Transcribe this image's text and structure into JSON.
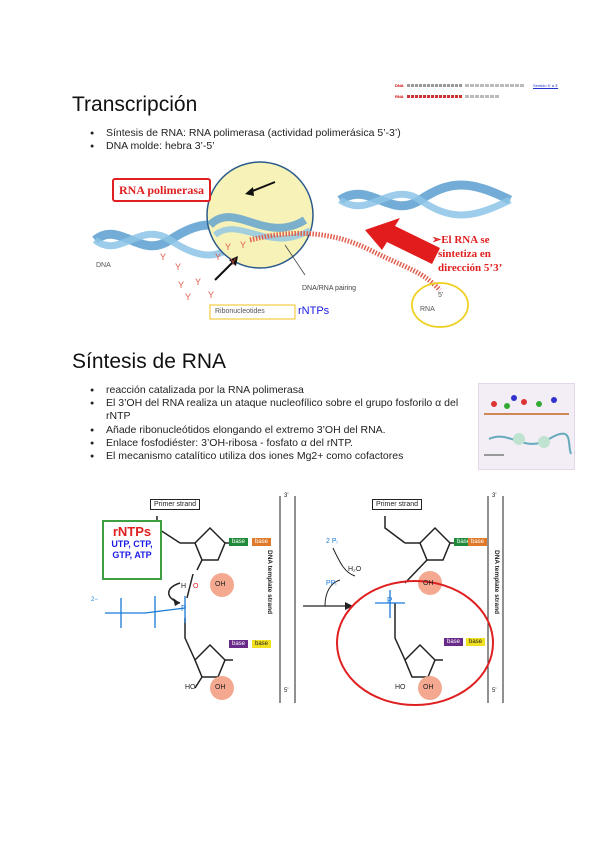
{
  "section1": {
    "title": "Transcripción",
    "bullets": [
      "Síntesis de RNA: RNA polimerasa (actividad polimerásica 5’-3’)",
      "DNA molde: hebra 3’-5’"
    ]
  },
  "legend_box": {
    "row1_tag": "DNA",
    "row2_tag": "RNA",
    "link_text": "Sentido 5' a 3'"
  },
  "figure1": {
    "polymerase_label": "RNA polimerasa",
    "dna_label": "DNA",
    "pairing_label": "DNA/RNA pairing",
    "ribonucleotides_label": "Ribonucleotides",
    "rntps_label": "rNTPs",
    "rna_label": "RNA",
    "five_prime": "5'",
    "note_line1": "➢El RNA se",
    "note_line2": "sintetiza en",
    "note_line3": "dirección 5’3’"
  },
  "section2": {
    "title": "Síntesis de RNA",
    "bullets": [
      "reacción catalizada por la RNA polimerasa",
      "El 3’OH del RNA realiza un ataque nucleofílico sobre el grupo fosforilo α del rNTP",
      "Añade ribonucleótidos elongando el extremo 3’OH del RNA.",
      "Enlace fosfodiéster: 3’OH-ribosa - fosfato α del rNTP.",
      "El mecanismo catalítico utiliza dos iones Mg2+ como cofactores"
    ]
  },
  "figure2": {
    "primer_left": "Primer strand",
    "primer_right": "Primer strand",
    "rntps_title": "rNTPs",
    "rntps_line1": "UTP, CTP,",
    "rntps_line2": "GTP, ATP",
    "base": "base",
    "oh": "OH",
    "ho": "HO",
    "template_left": "DNA template strand",
    "template_right": "DNA template strand",
    "three_prime": "3'",
    "five_prime": "5'",
    "pi2": "2 Pᵢ",
    "h2o": "H₂O",
    "ppi": "PPᵢ",
    "h_label": "H",
    "o_label": "O",
    "p_label": "P",
    "charge": "2−"
  },
  "colors": {
    "red": "#e02020",
    "blue": "#1a1ae6",
    "green": "#1f8a3a",
    "orange": "#e07a2a",
    "purple": "#6a2a8a",
    "yellow": "#f0e020",
    "pink": "#f4a890"
  }
}
